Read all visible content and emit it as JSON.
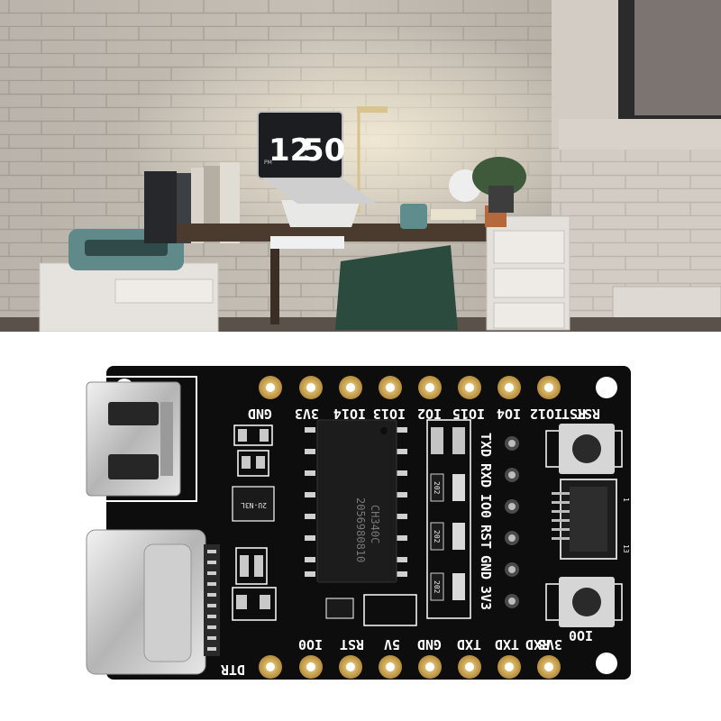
{
  "photo": {
    "clock_hours": "12",
    "clock_minutes": "50",
    "clock_period": "PM"
  },
  "board": {
    "chip_label_line1": "CH340C",
    "chip_label_line2": "2056980810",
    "regulator_label": "2U-N3L",
    "pin_labels_top": [
      "GND",
      "3V3",
      "IO14",
      "IO13",
      "IO2",
      "IO15",
      "IO4",
      "IO12",
      "RST"
    ],
    "pin_labels_bottom": [
      "DTR",
      "IO0",
      "RST",
      "5V",
      "GND",
      "TXD",
      "TXD",
      "RXD",
      "3V3"
    ],
    "header_labels": [
      "TXD",
      "RXD",
      "IO0",
      "RST",
      "GND",
      "3V3"
    ],
    "reset_button_label": "RST",
    "boot_button_label": "IO0",
    "connector_pin_first": "1",
    "connector_pin_last": "13",
    "resistor_code": "202"
  }
}
